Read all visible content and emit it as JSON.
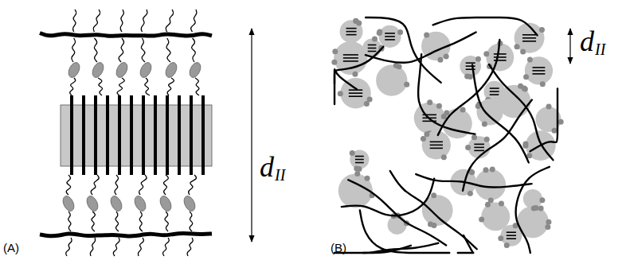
{
  "diagram": {
    "labels": [
      "(A)",
      "d",
      "II",
      "(B)",
      "d",
      "II"
    ]
  }
}
